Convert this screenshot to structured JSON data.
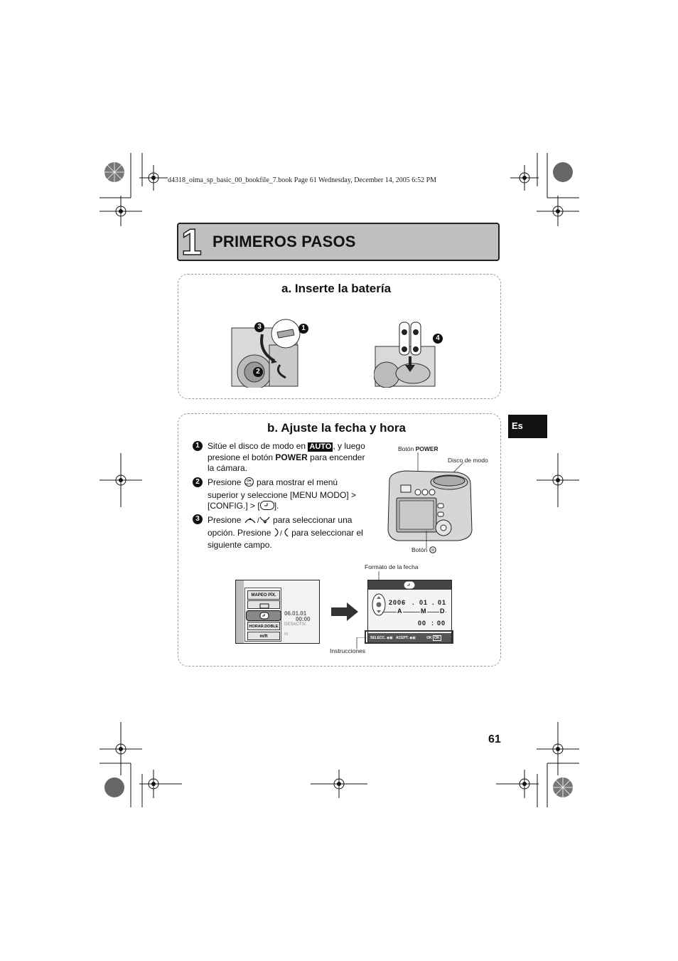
{
  "header": {
    "file_info": "d4318_oima_sp_basic_00_bookfile_7.book  Page 61  Wednesday, December 14, 2005  6:52 PM"
  },
  "chapter": {
    "number": "1",
    "title": "PRIMEROS PASOS"
  },
  "section_a": {
    "title": "a. Inserte la batería",
    "callouts": [
      "1",
      "2",
      "3",
      "4"
    ]
  },
  "section_b": {
    "title": "b. Ajuste la fecha y hora",
    "steps": [
      {
        "num": "1",
        "part1": "Sitúe el disco de modo en ",
        "mode": "AUTO",
        "part2": ", y luego presione el botón ",
        "bold": "POWER",
        "part3": " para encender la cámara."
      },
      {
        "num": "2",
        "part1": "Presione ",
        "part2": " para mostrar el menú superior y seleccione [MENU MODO] > [CONFIG.] > [",
        "part3": "]."
      },
      {
        "num": "3",
        "part1": "Presione ",
        "part2": " para seleccionar una opción. Presione ",
        "part3": " para seleccionar el siguiente campo."
      }
    ],
    "camera_labels": {
      "power_prefix": "Botón ",
      "power_bold": "POWER",
      "mode_dial": "Disco de modo",
      "button": "Botón"
    },
    "menu_screen": {
      "items": [
        "MAPEO PÍX.",
        "HORAR.DOBLE",
        "m/ft"
      ],
      "date_value": "06.01.01",
      "time_value": "00:00",
      "off_value": "DESACTIV.",
      "unit_value": "m"
    },
    "date_screen": {
      "label_format": "Formato de la fecha",
      "label_instructions": "Instrucciones",
      "year": "2006",
      "month": "01",
      "day": "01",
      "order": [
        "A",
        "M",
        "D"
      ],
      "hour": "00",
      "minute": "00",
      "bar_select": "SELECC.",
      "bar_accept": "ACEPT.",
      "bar_ok": "OK",
      "bar_ok_btn": "OK"
    }
  },
  "language_tab": "Es",
  "page_number": "61"
}
